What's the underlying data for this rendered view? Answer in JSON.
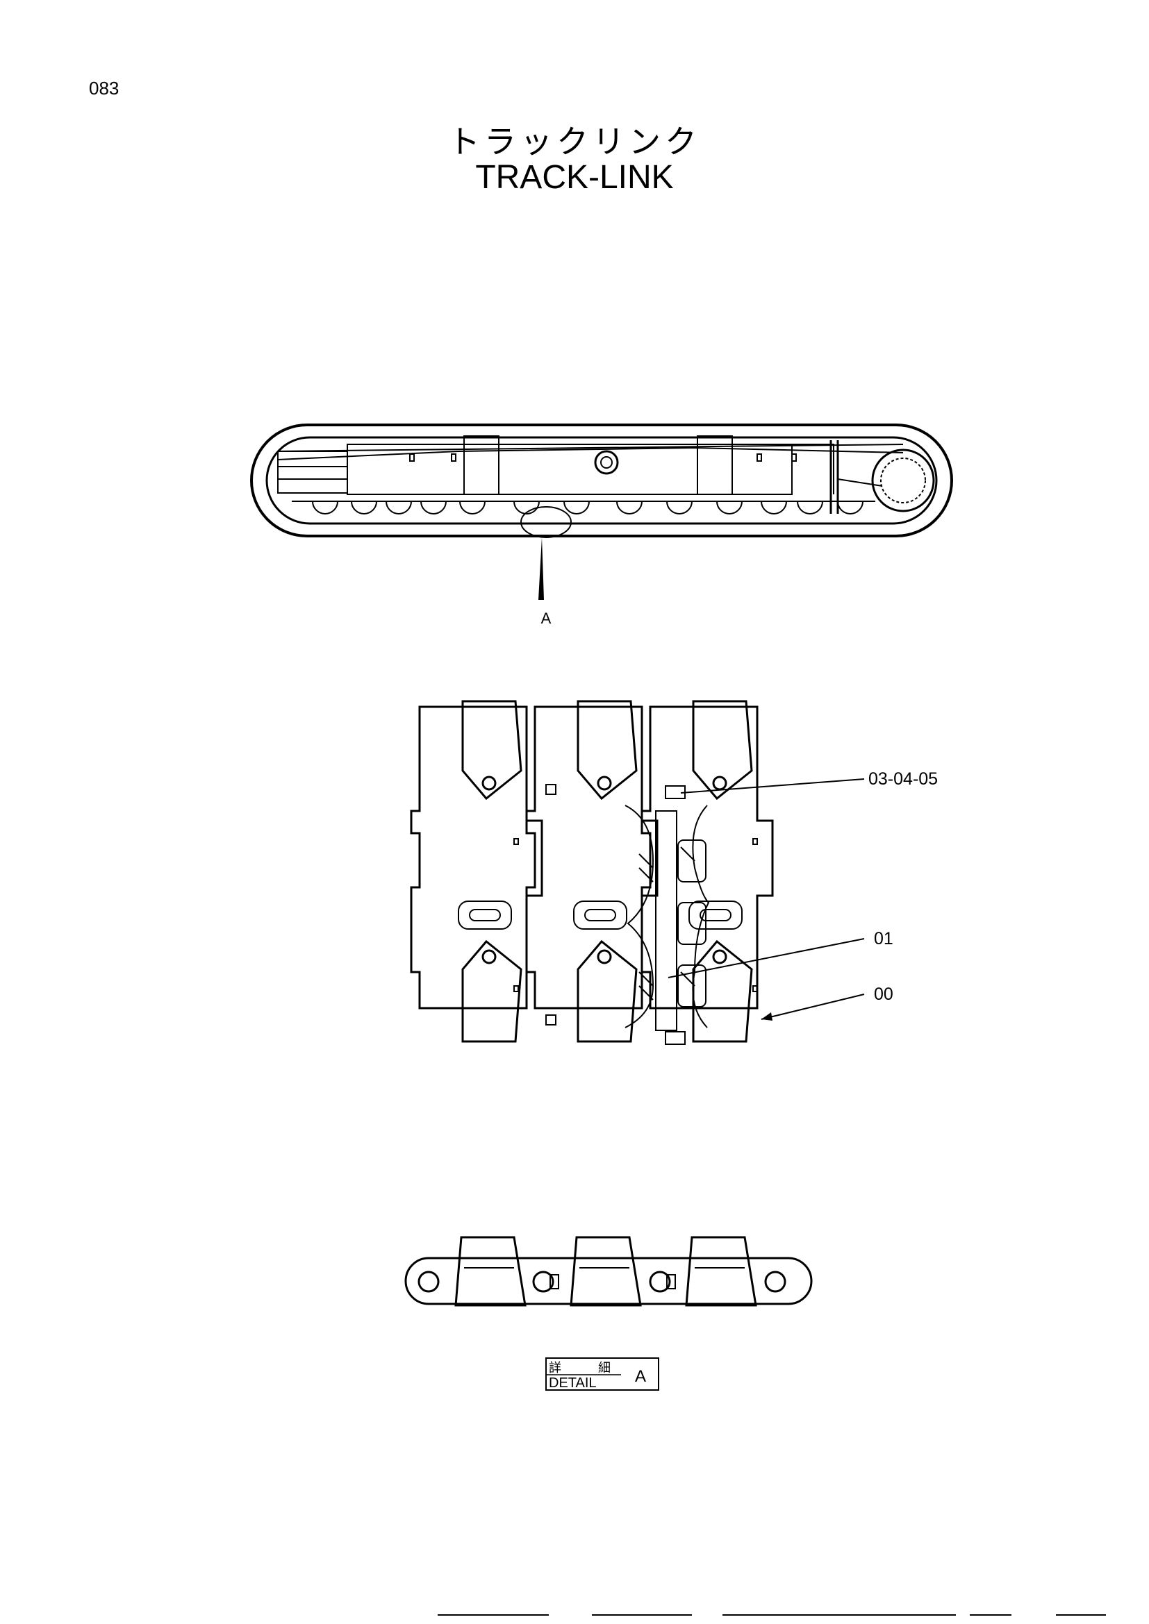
{
  "page_number": "083",
  "title_jp": "トラックリンク",
  "title_en": "TRACK-LINK",
  "view_marker": "A",
  "callouts": {
    "part_03_04_05": "03-04-05",
    "part_01": "01",
    "part_00": "00"
  },
  "detail": {
    "jp": "詳 細",
    "en": "DETAIL",
    "letter": "A"
  }
}
